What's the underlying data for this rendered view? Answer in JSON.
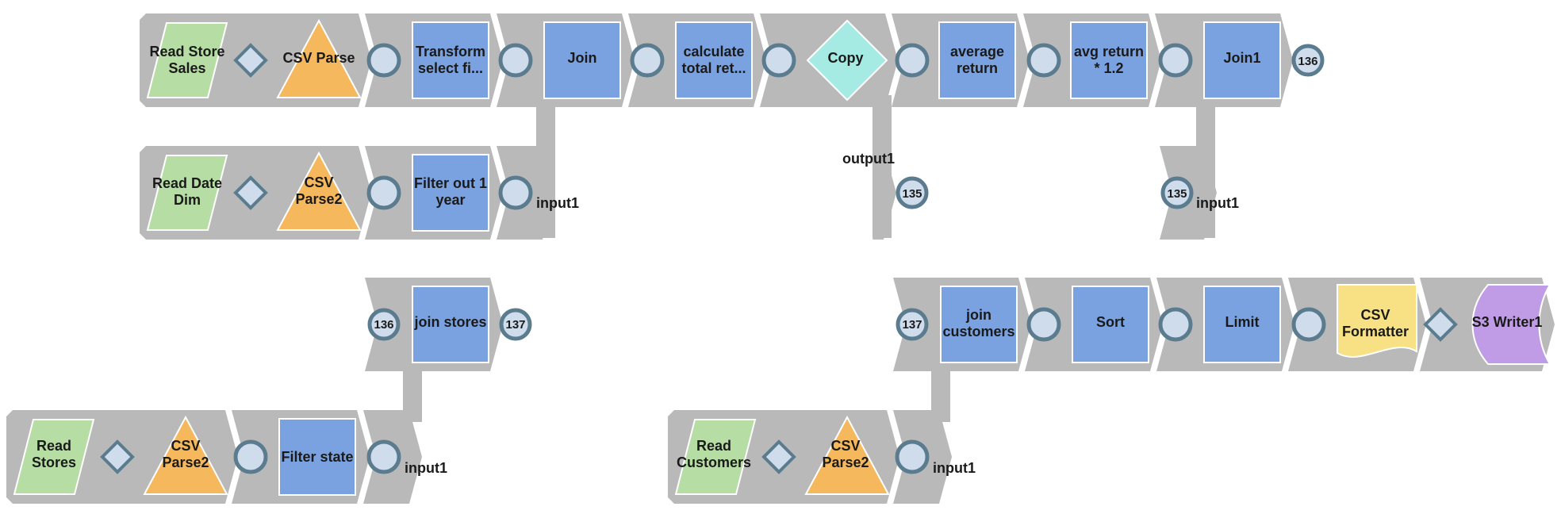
{
  "colors": {
    "segment": "#b9b9b9",
    "reader": "#b6dea4",
    "parser": "#f5b85c",
    "transform": "#7ba2e0",
    "copy": "#a6ebe3",
    "formatter": "#f7e184",
    "writer": "#c19ce6",
    "port_fill": "#cfdcec",
    "port_stroke": "#5b7b8f",
    "diamond_fill": "#cfdcec"
  },
  "pipelines": {
    "row1": {
      "read_store_sales": "Read Store Sales",
      "csv_parse": "CSV Parse",
      "transform_select": "Transform select fi...",
      "join": "Join",
      "calculate_total": "calculate total ret...",
      "copy": "Copy",
      "average_return": "average return",
      "avg_return_x": "avg return * 1.2",
      "join1": "Join1",
      "out_port": "136"
    },
    "row2": {
      "read_date_dim": "Read Date Dim",
      "csv_parse2": "CSV Parse2",
      "filter_year": "Filter out 1 year",
      "input_label": "input1"
    },
    "copy_branch": {
      "label": "output1",
      "port": "135"
    },
    "join1_branch": {
      "port": "135",
      "label": "input1"
    },
    "row3": {
      "in_port": "136",
      "join_stores": "join stores",
      "out_port": "137"
    },
    "row4": {
      "read_stores": "Read Stores",
      "csv_parse2": "CSV Parse2",
      "filter_state": "Filter state",
      "input_label": "input1"
    },
    "row5": {
      "in_port": "137",
      "join_customers": "join customers",
      "sort": "Sort",
      "limit": "Limit",
      "csv_formatter": "CSV Formatter",
      "s3_writer": "S3 Writer1"
    },
    "row6": {
      "read_customers": "Read Customers",
      "csv_parse2": "CSV Parse2",
      "input_label": "input1"
    }
  }
}
